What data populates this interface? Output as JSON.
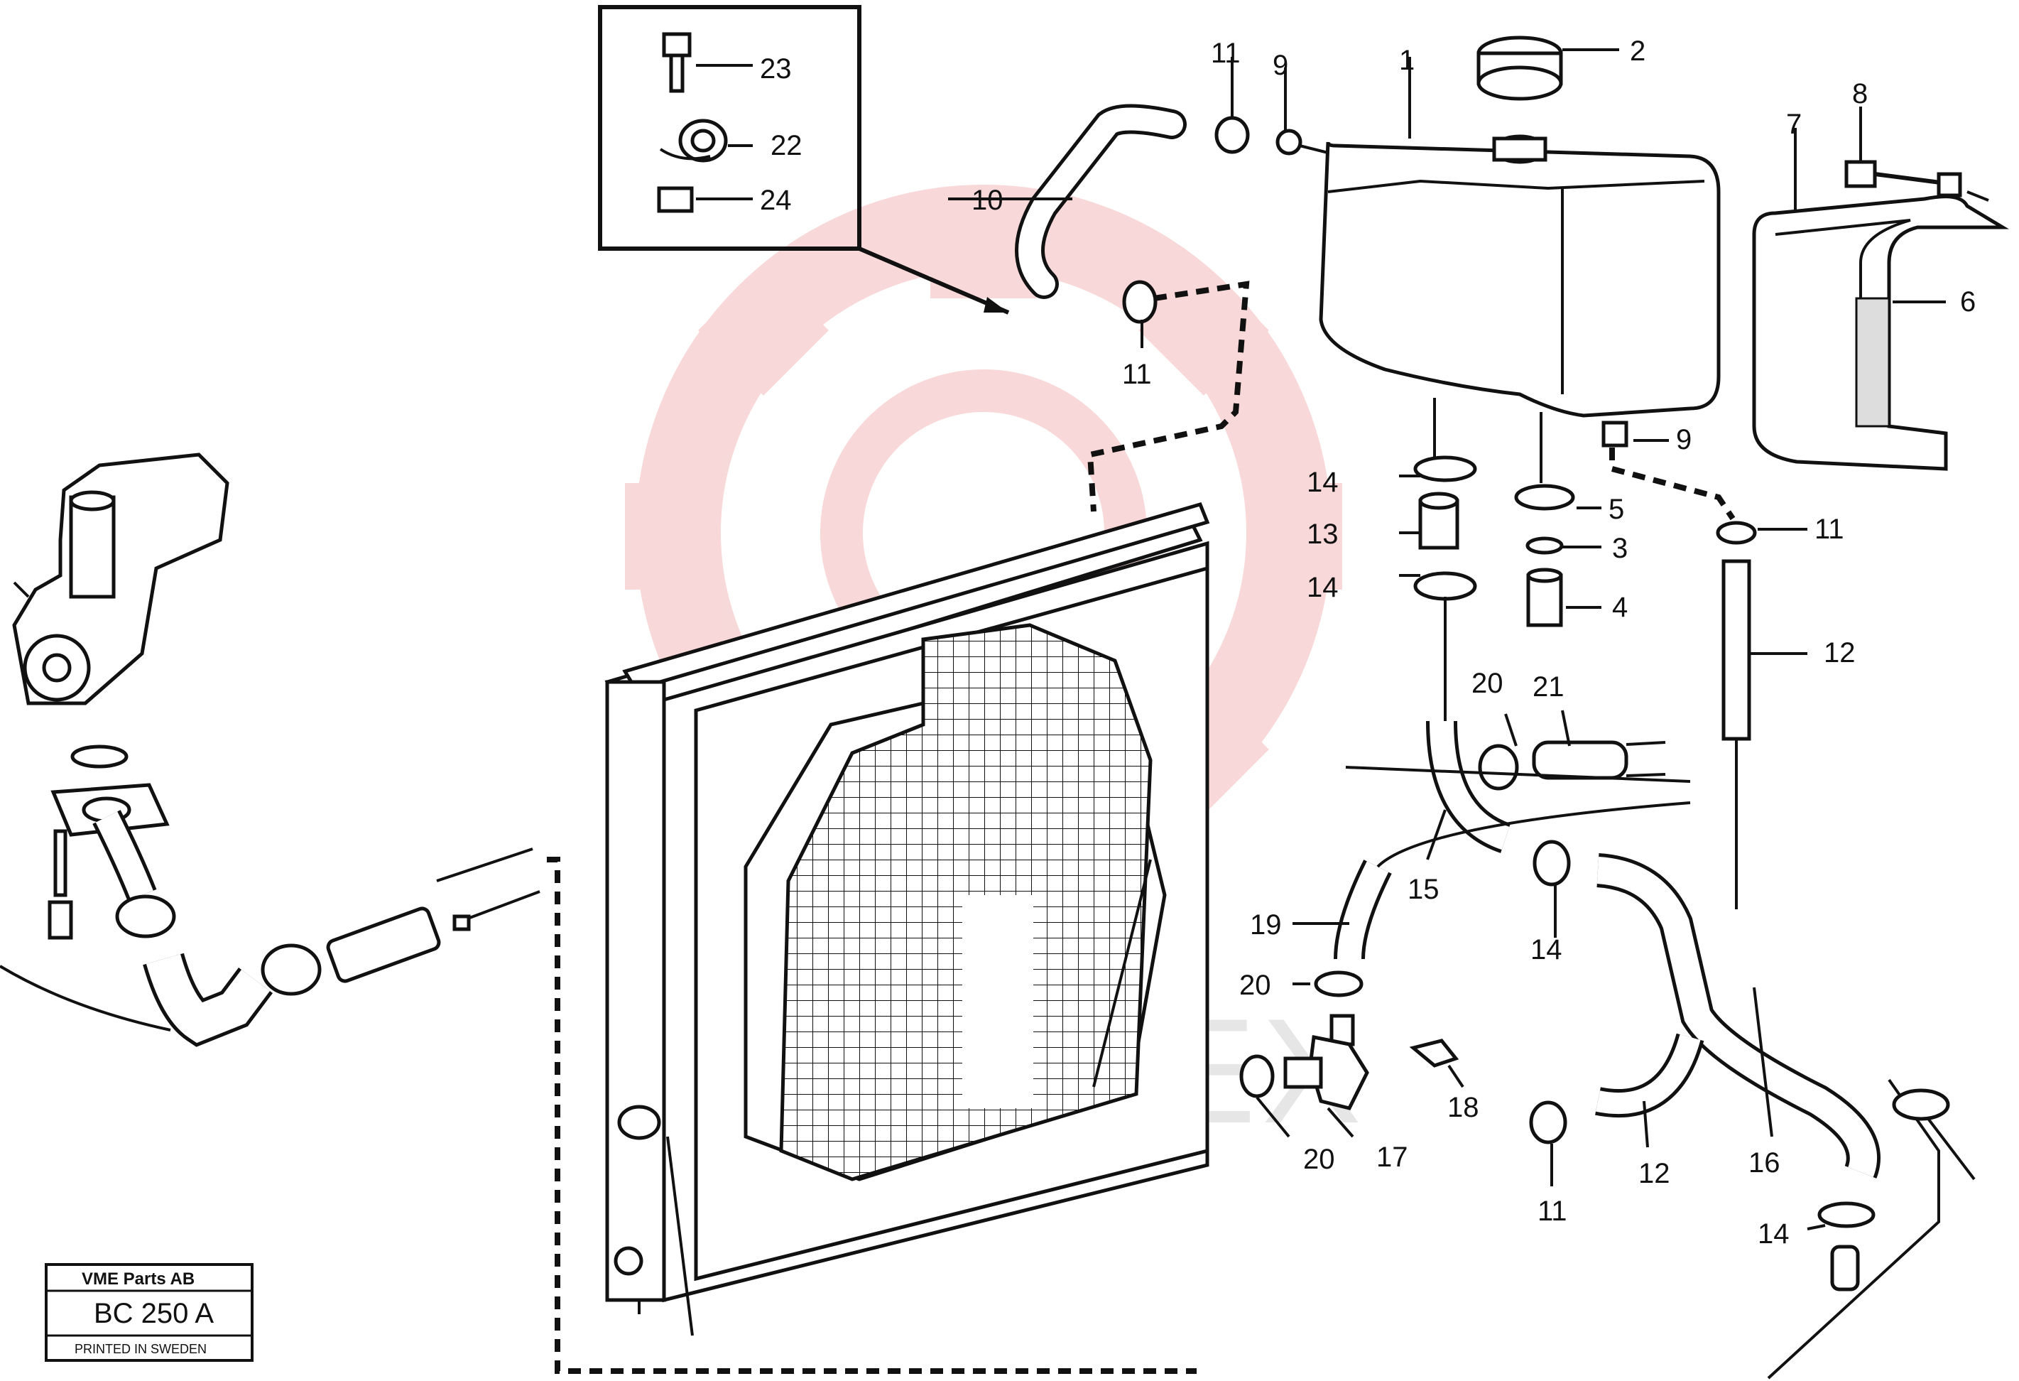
{
  "diagram": {
    "watermark_text": "LENTEX",
    "stamp": {
      "company": "VME Parts AB",
      "code": "BC 250 A",
      "printed": "PRINTED IN SWEDEN"
    },
    "callouts": {
      "c1": "1",
      "c2": "2",
      "c3": "3",
      "c4": "4",
      "c5": "5",
      "c6": "6",
      "c7": "7",
      "c8": "8",
      "c9a": "9",
      "c9b": "9",
      "c10": "10",
      "c11a": "11",
      "c11b": "11",
      "c11c": "11",
      "c11d": "11",
      "c12a": "12",
      "c12b": "12",
      "c13": "13",
      "c14a": "14",
      "c14b": "14",
      "c14c": "14",
      "c14d": "14",
      "c15": "15",
      "c16": "16",
      "c17": "17",
      "c18": "18",
      "c19": "19",
      "c20a": "20",
      "c20b": "20",
      "c20c": "20",
      "c21": "21",
      "c22": "22",
      "c23": "23",
      "c24": "24"
    },
    "colors": {
      "ink": "#111111",
      "watermark_red": "#f3b9b9",
      "watermark_grey": "#c8c8c8"
    }
  }
}
